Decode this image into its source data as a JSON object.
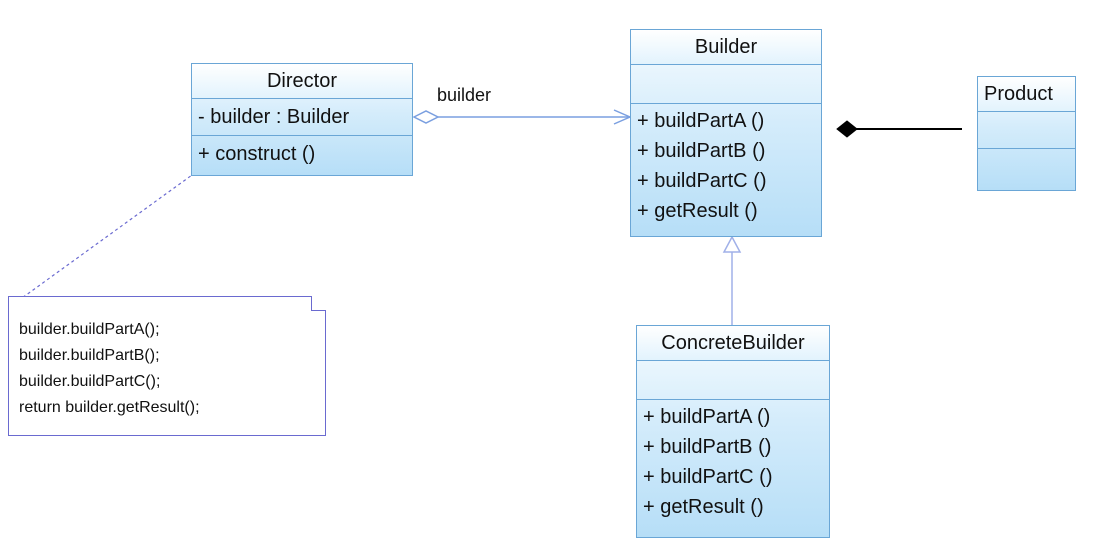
{
  "director": {
    "name": "Director",
    "attributes": [
      "- builder : Builder"
    ],
    "operations": [
      "+ construct ()"
    ]
  },
  "builder": {
    "name": "Builder",
    "operations": [
      "+ buildPartA ()",
      "+ buildPartB ()",
      "+ buildPartC ()",
      "+ getResult ()"
    ]
  },
  "concrete_builder": {
    "name": "ConcreteBuilder",
    "operations": [
      "+ buildPartA ()",
      "+ buildPartB ()",
      "+ buildPartC ()",
      "+ getResult ()"
    ]
  },
  "product": {
    "name": "Product"
  },
  "association_label": "builder",
  "note_lines": [
    "builder.buildPartA();",
    "builder.buildPartB();",
    "builder.buildPartC();",
    "return builder.getResult();"
  ],
  "colors": {
    "class_border": "#6aa6d6",
    "association_line": "#7a9fe0",
    "note_border": "#6a6ad0",
    "composition_line": "#000000"
  }
}
